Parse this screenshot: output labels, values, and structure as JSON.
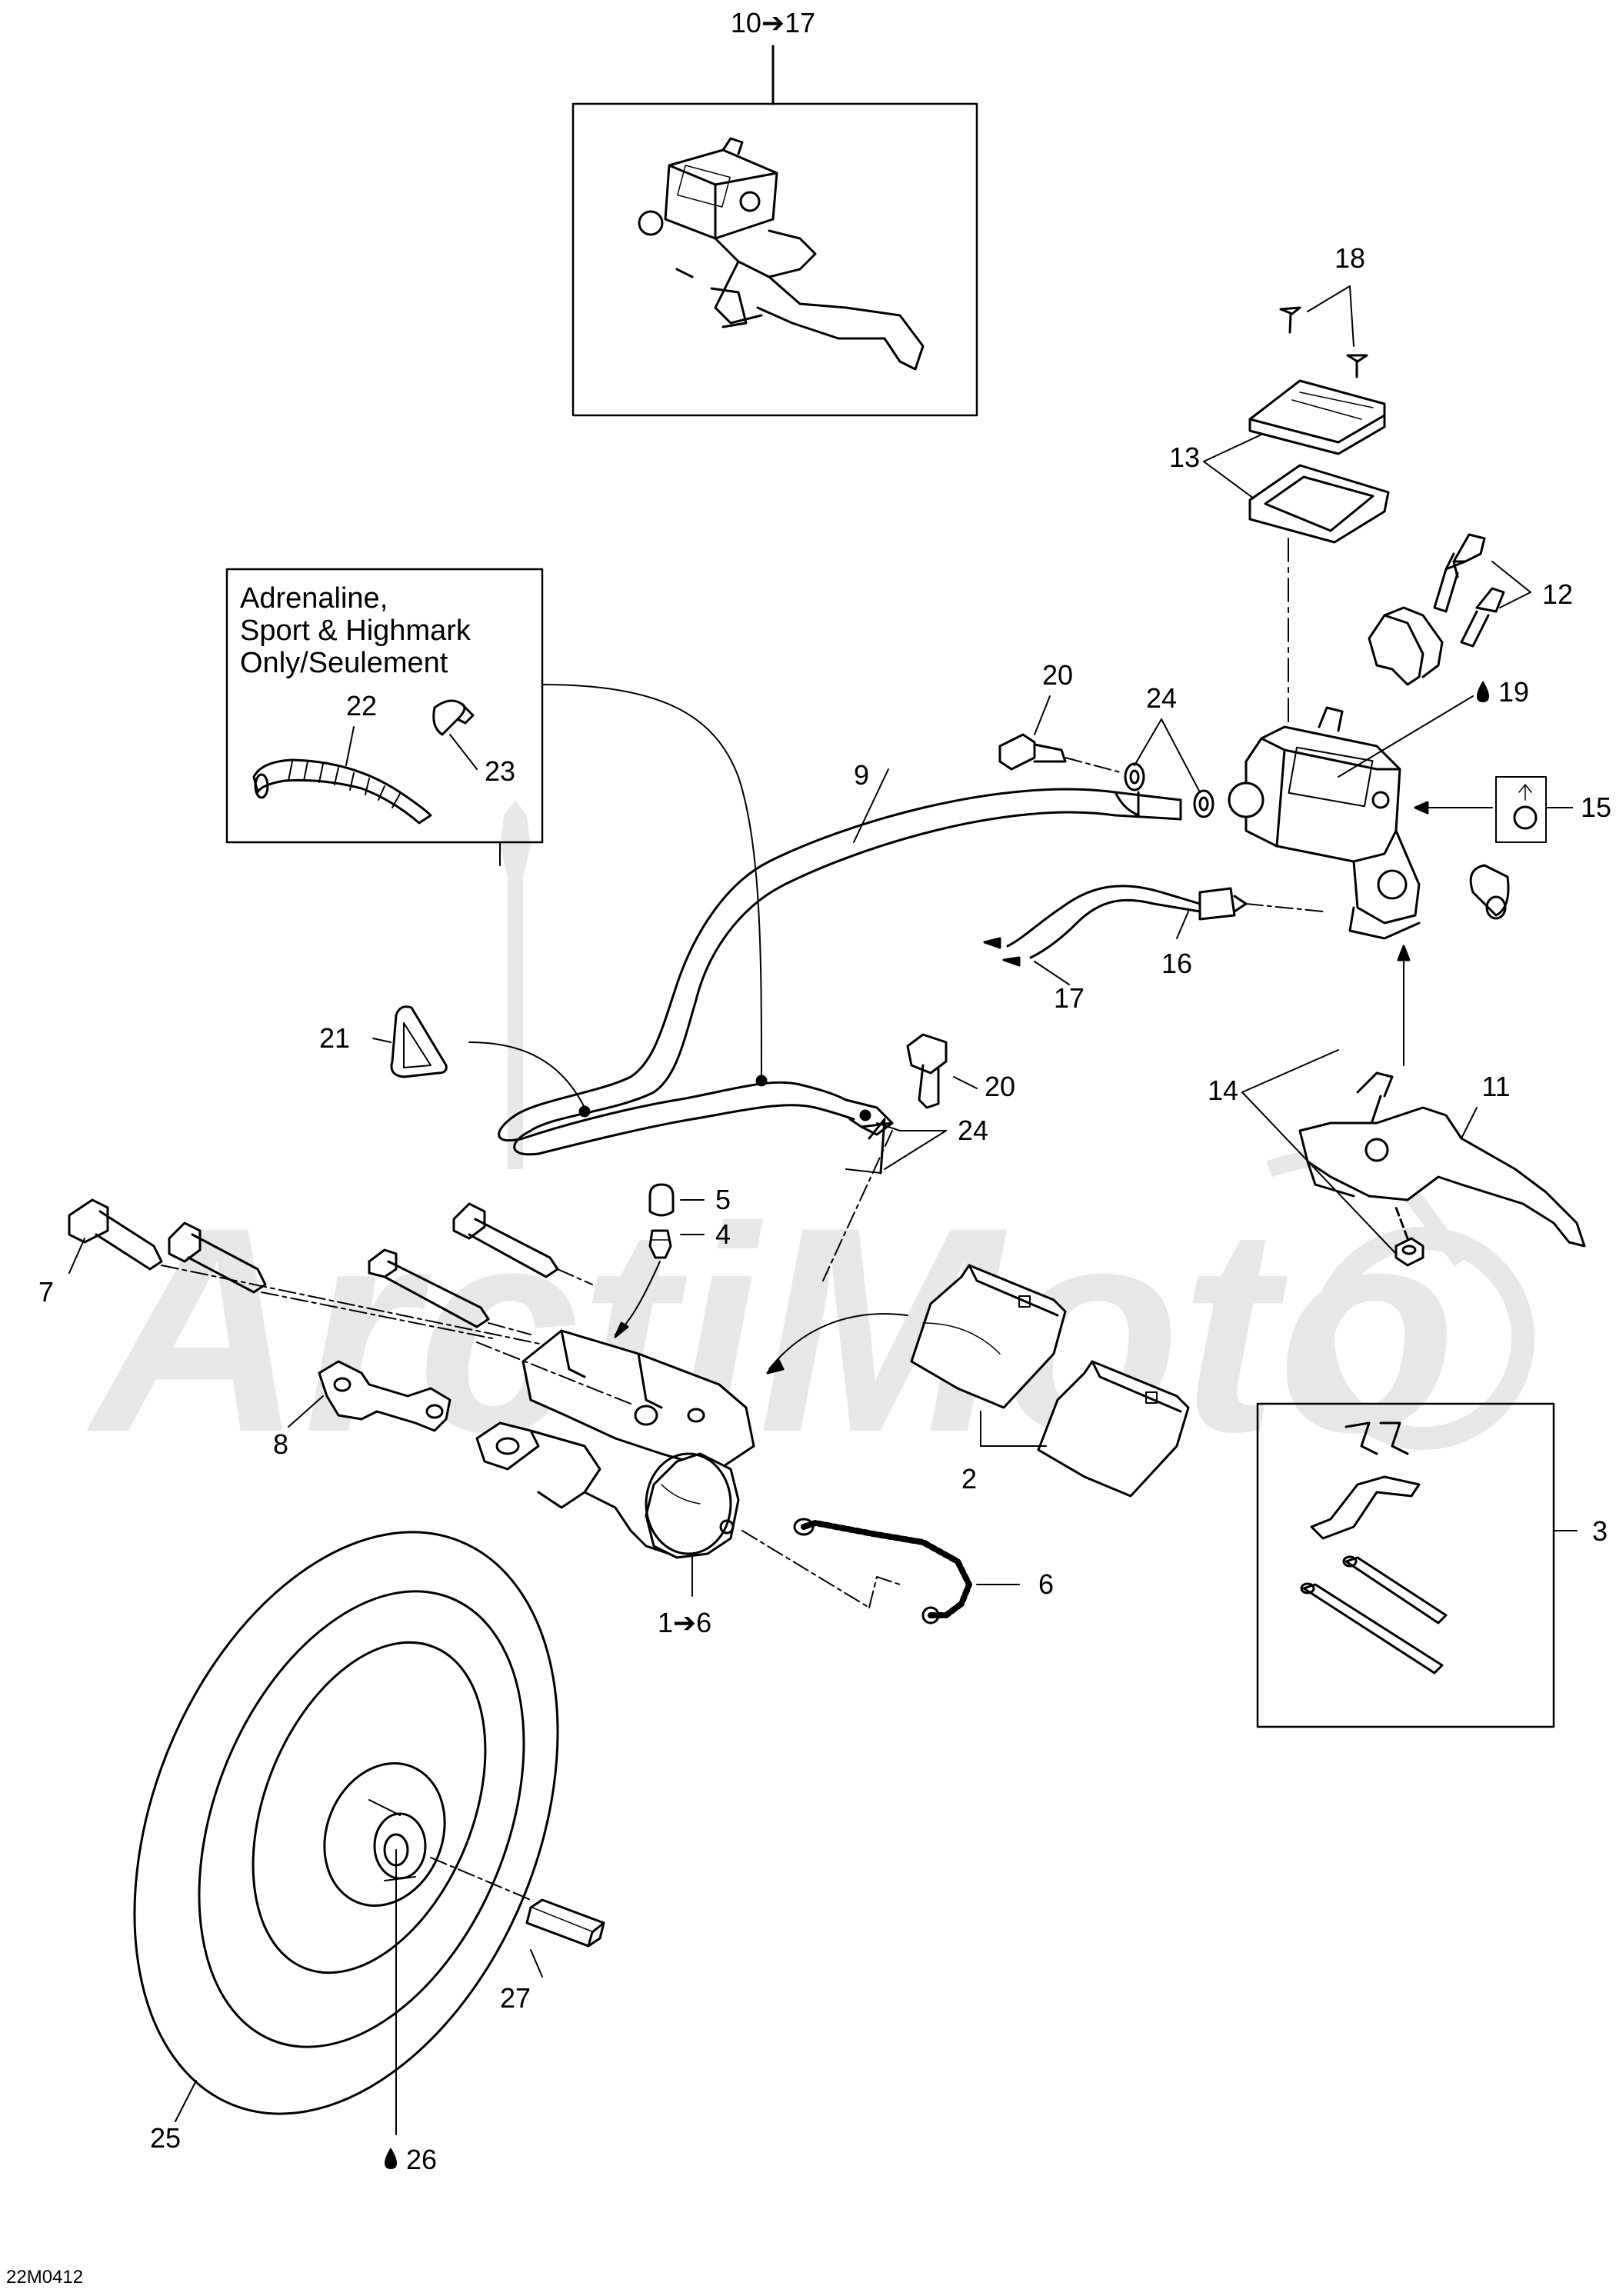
{
  "diagram": {
    "code": "22M0412",
    "watermark": "ArctiMoto",
    "note_lines": [
      "Adrenaline,",
      "Sport & Highmark",
      "Only/Seulement"
    ],
    "callouts": {
      "c10_17": "10➔17",
      "c18": "18",
      "c13": "13",
      "c12": "12",
      "c19": "19",
      "c20a": "20",
      "c24a": "24",
      "c9": "9",
      "c15": "15",
      "c22": "22",
      "c23": "23",
      "c16": "16",
      "c17": "17",
      "c21": "21",
      "c20b": "20",
      "c24b": "24",
      "c11": "11",
      "c14": "14",
      "c5": "5",
      "c4": "4",
      "c7": "7",
      "c8": "8",
      "c2": "2",
      "c3": "3",
      "c6": "6",
      "c1_6": "1➔6",
      "c27": "27",
      "c25": "25",
      "c26": "26"
    }
  }
}
